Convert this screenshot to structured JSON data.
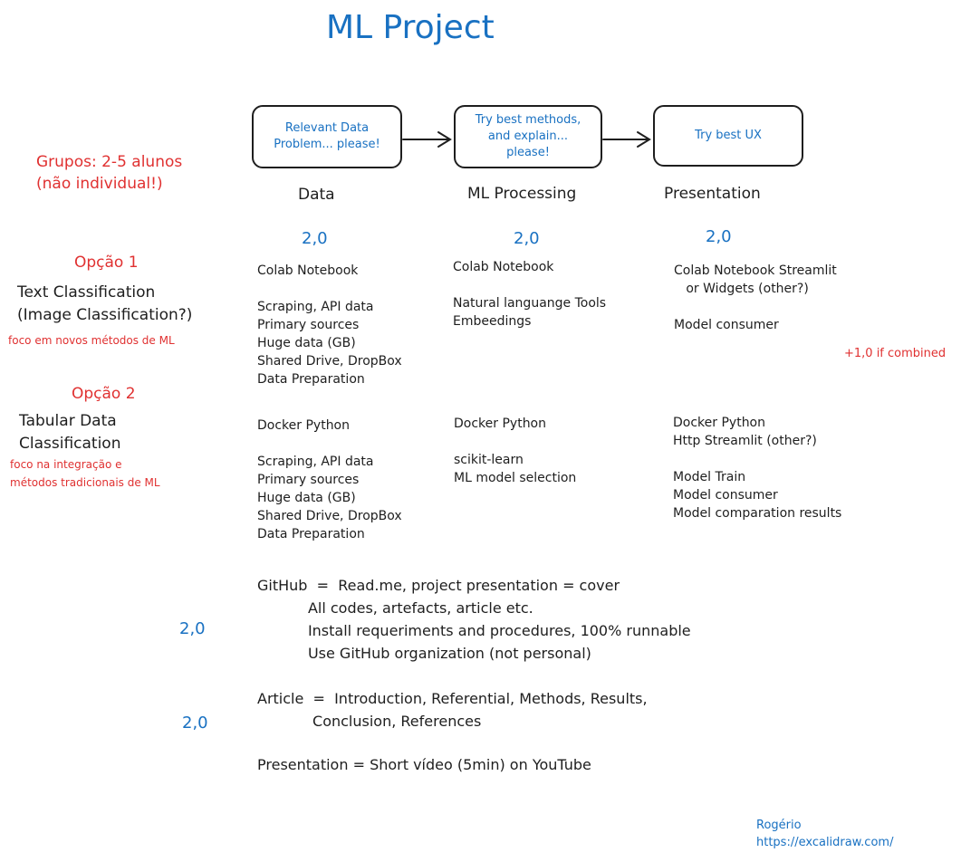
{
  "title": "ML Project",
  "groups_note": "Grupos: 2-5 alunos\n(não individual!)",
  "boxes": {
    "data": "Relevant Data\nProblem... please!",
    "processing": "Try best methods,\nand explain...\nplease!",
    "presentation": "Try best UX"
  },
  "headers": {
    "data": "Data",
    "processing": "ML Processing",
    "presentation": "Presentation"
  },
  "scores": {
    "data": "2,0",
    "processing": "2,0",
    "presentation": "2,0",
    "github": "2,0",
    "article": "2,0"
  },
  "option1": {
    "label": "Opção 1",
    "name": "Text Classification\n(Image Classification?)",
    "focus": "foco em novos métodos de ML",
    "data": "Colab Notebook\n\nScraping, API data\nPrimary sources\nHuge data (GB)\nShared Drive, DropBox\nData Preparation",
    "processing": "Colab Notebook\n\nNatural languange Tools\nEmbeedings",
    "presentation": "Colab Notebook Streamlit\n   or Widgets (other?)\n\nModel consumer"
  },
  "bonus": "+1,0 if combined",
  "option2": {
    "label": "Opção 2",
    "name": "Tabular Data\nClassification",
    "focus": "foco na integração e\nmétodos tradicionais de ML",
    "data": "Docker Python\n\nScraping, API data\nPrimary sources\nHuge data (GB)\nShared Drive, DropBox\nData Preparation",
    "processing": "Docker Python\n\nscikit-learn\nML model selection",
    "presentation": "Docker Python\nHttp Streamlit (other?)\n\nModel Train\nModel consumer\nModel comparation results"
  },
  "github": "GitHub  =  Read.me, project presentation = cover\n           All codes, artefacts, article etc.\n           Install requeriments and procedures, 100% runnable\n           Use GitHub organization (not personal)",
  "article": "Article  =  Introduction, Referential, Methods, Results,\n            Conclusion, References",
  "presentation_line": "Presentation = Short vídeo (5min) on YouTube",
  "credit": "Rogério\nhttps://excalidraw.com/"
}
